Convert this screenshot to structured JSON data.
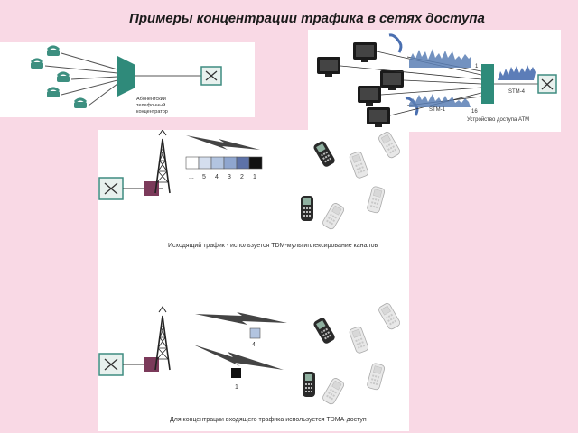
{
  "title": "Примеры концентрации трафика в сетях доступа",
  "panel_telephone": {
    "concentrator_label_lines": [
      "Абонентский",
      "телефонный",
      "концентратор"
    ],
    "switch_symbol": "X"
  },
  "panel_atm": {
    "port_first": "1",
    "port_last": "16",
    "stm4_label": "STM-4",
    "stm1_label": "STM-1",
    "device_label": "Устройство доступа АТМ",
    "switch_symbol": "X"
  },
  "panel_mobile": {
    "slot_labels": [
      "...",
      "5",
      "4",
      "3",
      "2",
      "1"
    ],
    "tdm_caption": "Исходящий трафик - используется TDM-мультиплексирование каналов",
    "slot_4_label": "4",
    "slot_1_label": "1",
    "tdma_caption": "Для концентрации входящего трафика используется TDMA-доступ",
    "switch_symbol": "X"
  },
  "colors": {
    "background": "#f9d9e5",
    "teal": "#2e8b7a",
    "switch_teal": "#3f8c80",
    "base_station": "#7b3a5a",
    "signal_blue": "#5a7fb5"
  }
}
